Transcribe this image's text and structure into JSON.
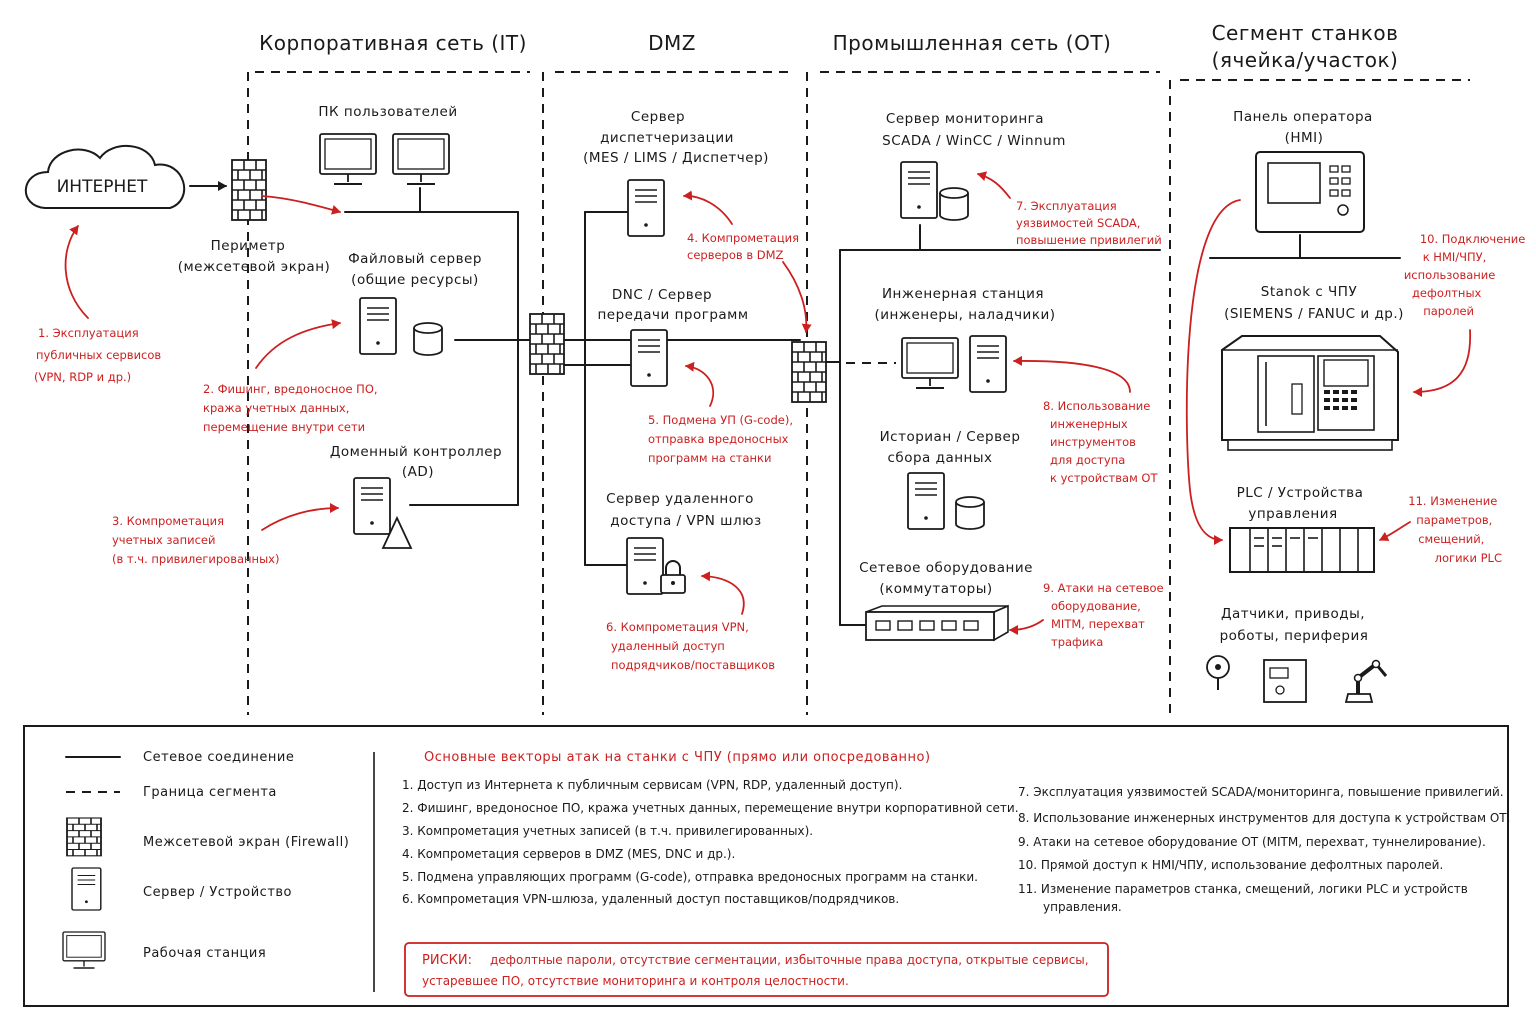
{
  "headers": {
    "corp": "Корпоративная сеть (IT)",
    "dmz": "DMZ",
    "ot": "Промышленная сеть (OT)",
    "cell_1": "Сегмент станков",
    "cell_2": "(ячейка/участок)"
  },
  "nodes": {
    "internet": "ИНТЕРНЕТ",
    "perimeter_1": "Периметр",
    "perimeter_2": "(межсетевой экран)",
    "user_pcs": "ПК пользователей",
    "file_server_1": "Файловый сервер",
    "file_server_2": "(общие ресурсы)",
    "domain_ctrl_1": "Доменный контроллер",
    "domain_ctrl_2": "(AD)",
    "dispatch_1": "Сервер",
    "dispatch_2": "диспетчеризации",
    "dispatch_3": "(MES / LIMS / Диспетчер)",
    "dnc_1": "DNC / Сервер",
    "dnc_2": "передачи программ",
    "vpn_1": "Сервер удаленного",
    "vpn_2": "доступа / VPN шлюз",
    "scada_1": "Сервер мониторинга",
    "scada_2": "SCADA / WinCC / Winnum",
    "eng_1": "Инженерная станция",
    "eng_2": "(инженеры, наладчики)",
    "hist_1": "Историан / Сервер",
    "hist_2": "сбора данных",
    "netgear_1": "Сетевое оборудование",
    "netgear_2": "(коммутаторы)",
    "hmi_1": "Панель оператора",
    "hmi_2": "(HMI)",
    "cnc_1": "Stanok с ЧПУ",
    "cnc_2": "(SIEMENS / FANUC и др.)",
    "plc_1": "PLC / Устройства",
    "plc_2": "управления",
    "periph_1": "Датчики, приводы,",
    "periph_2": "роботы, периферия"
  },
  "annotations": {
    "a1": [
      "1. Эксплуатация",
      "публичных сервисов",
      "(VPN, RDP и др.)"
    ],
    "a2": [
      "2. Фишинг, вредоносное ПО,",
      "кража учетных данных,",
      "перемещение внутри сети"
    ],
    "a3": [
      "3. Компрометация",
      "учетных записей",
      "(в т.ч. привилегированных)"
    ],
    "a4": [
      "4. Компрометация",
      "серверов в DMZ"
    ],
    "a5": [
      "5. Подмена УП (G-code),",
      "отправка вредоносных",
      "программ на станки"
    ],
    "a6": [
      "6. Компрометация VPN,",
      "удаленный доступ",
      "подрядчиков/поставщиков"
    ],
    "a7": [
      "7. Эксплуатация",
      "уязвимостей SCADA,",
      "повышение привилегий"
    ],
    "a8": [
      "8. Использование",
      "инженерных",
      "инструментов",
      "для доступа",
      "к устройствам ОТ"
    ],
    "a9": [
      "9. Атаки на сетевое",
      "оборудование,",
      "MITM, перехват",
      "трафика"
    ],
    "a10": [
      "10. Подключение",
      "к HMI/ЧПУ,",
      "использование",
      "дефолтных",
      "паролей"
    ],
    "a11": [
      "11. Изменение",
      "параметров,",
      "смещений,",
      "логики PLC"
    ]
  },
  "legend": {
    "connection": "Сетевое соединение",
    "boundary": "Граница сегмента",
    "firewall": "Межсетевой экран (Firewall)",
    "server": "Сервер / Устройство",
    "workstation": "Рабочая станция"
  },
  "vectors": {
    "title": "Основные векторы атак на станки с ЧПУ (прямо или опосредованно)",
    "left": [
      "1.  Доступ из Интернета к публичным сервисам (VPN, RDP, удаленный доступ).",
      "2.  Фишинг, вредоносное ПО, кража учетных данных, перемещение внутри корпоративной сети.",
      "3.  Компрометация учетных записей (в т.ч. привилегированных).",
      "4.  Компрометация серверов в DMZ (MES, DNC и др.).",
      "5.  Подмена управляющих программ (G-code), отправка вредоносных программ на станки.",
      "6.  Компрометация VPN-шлюза, удаленный доступ поставщиков/подрядчиков."
    ],
    "right": [
      "7.   Эксплуатация уязвимостей SCADA/мониторинга, повышение привилегий.",
      "8.   Использование инженерных инструментов для доступа к устройствам ОТ.",
      "9.   Атаки на сетевое оборудование ОТ (MITM, перехват, туннелирование).",
      "10.  Прямой доступ к HMI/ЧПУ, использование дефолтных паролей.",
      "11.  Изменение параметров станка, смещений, логики PLC и устройств"
    ],
    "right_cont": "управления."
  },
  "risks": {
    "label": "РИСКИ:",
    "line1": "дефолтные пароли, отсутствие сегментации, избыточные права доступа, открытые сервисы,",
    "line2": "устаревшее ПО, отсутствие мониторинга и контроля целостности."
  },
  "colors": {
    "accent": "#cc1f1f",
    "ink": "#1a1a1a"
  }
}
